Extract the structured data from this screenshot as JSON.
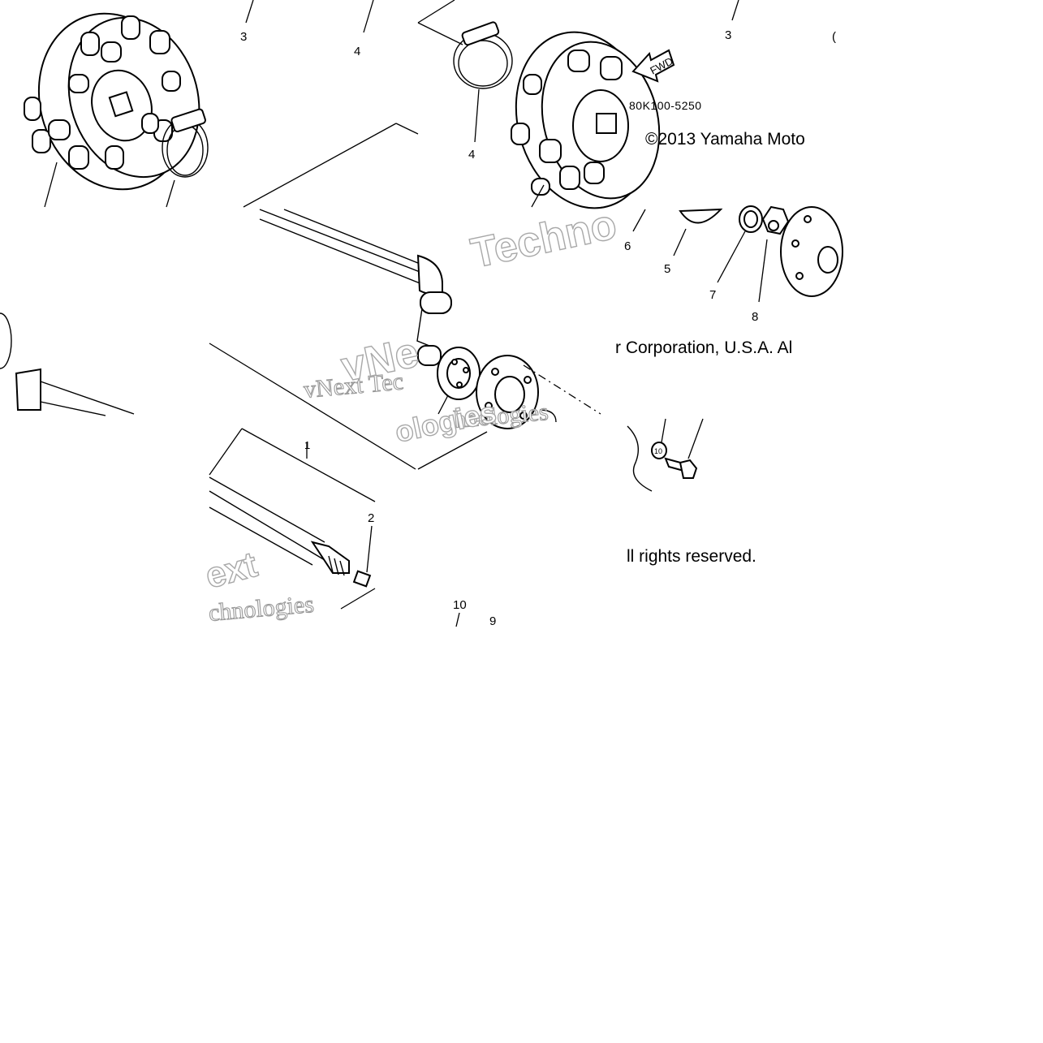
{
  "figure": {
    "part_number": "80K100-5250",
    "copyright_line1": "©2013 Yamaha Moto",
    "copyright_line2": "r Corporation, U.S.A. Al",
    "copyright_line3": "ll rights reserved.",
    "fwd_label": "FWD",
    "watermark_vnext": "vNext Tec",
    "watermark_technologies": "hnologies",
    "watermark_techno": "Techno",
    "watermark_ext": "ext",
    "watermark_chnologies": "chnologies",
    "watermark_logies": "ologies",
    "watermark_vne": "vNe"
  },
  "callouts": {
    "c1": "1",
    "c2": "2",
    "c3a": "3",
    "c3b": "3",
    "c4a": "4",
    "c4b": "4",
    "c5": "5",
    "c6": "6",
    "c7": "7",
    "c8": "8",
    "c9": "9",
    "c10": "10",
    "c10b": "10"
  },
  "colors": {
    "ink": "#000000",
    "watermark": "#a8a8a8",
    "background": "#ffffff"
  }
}
